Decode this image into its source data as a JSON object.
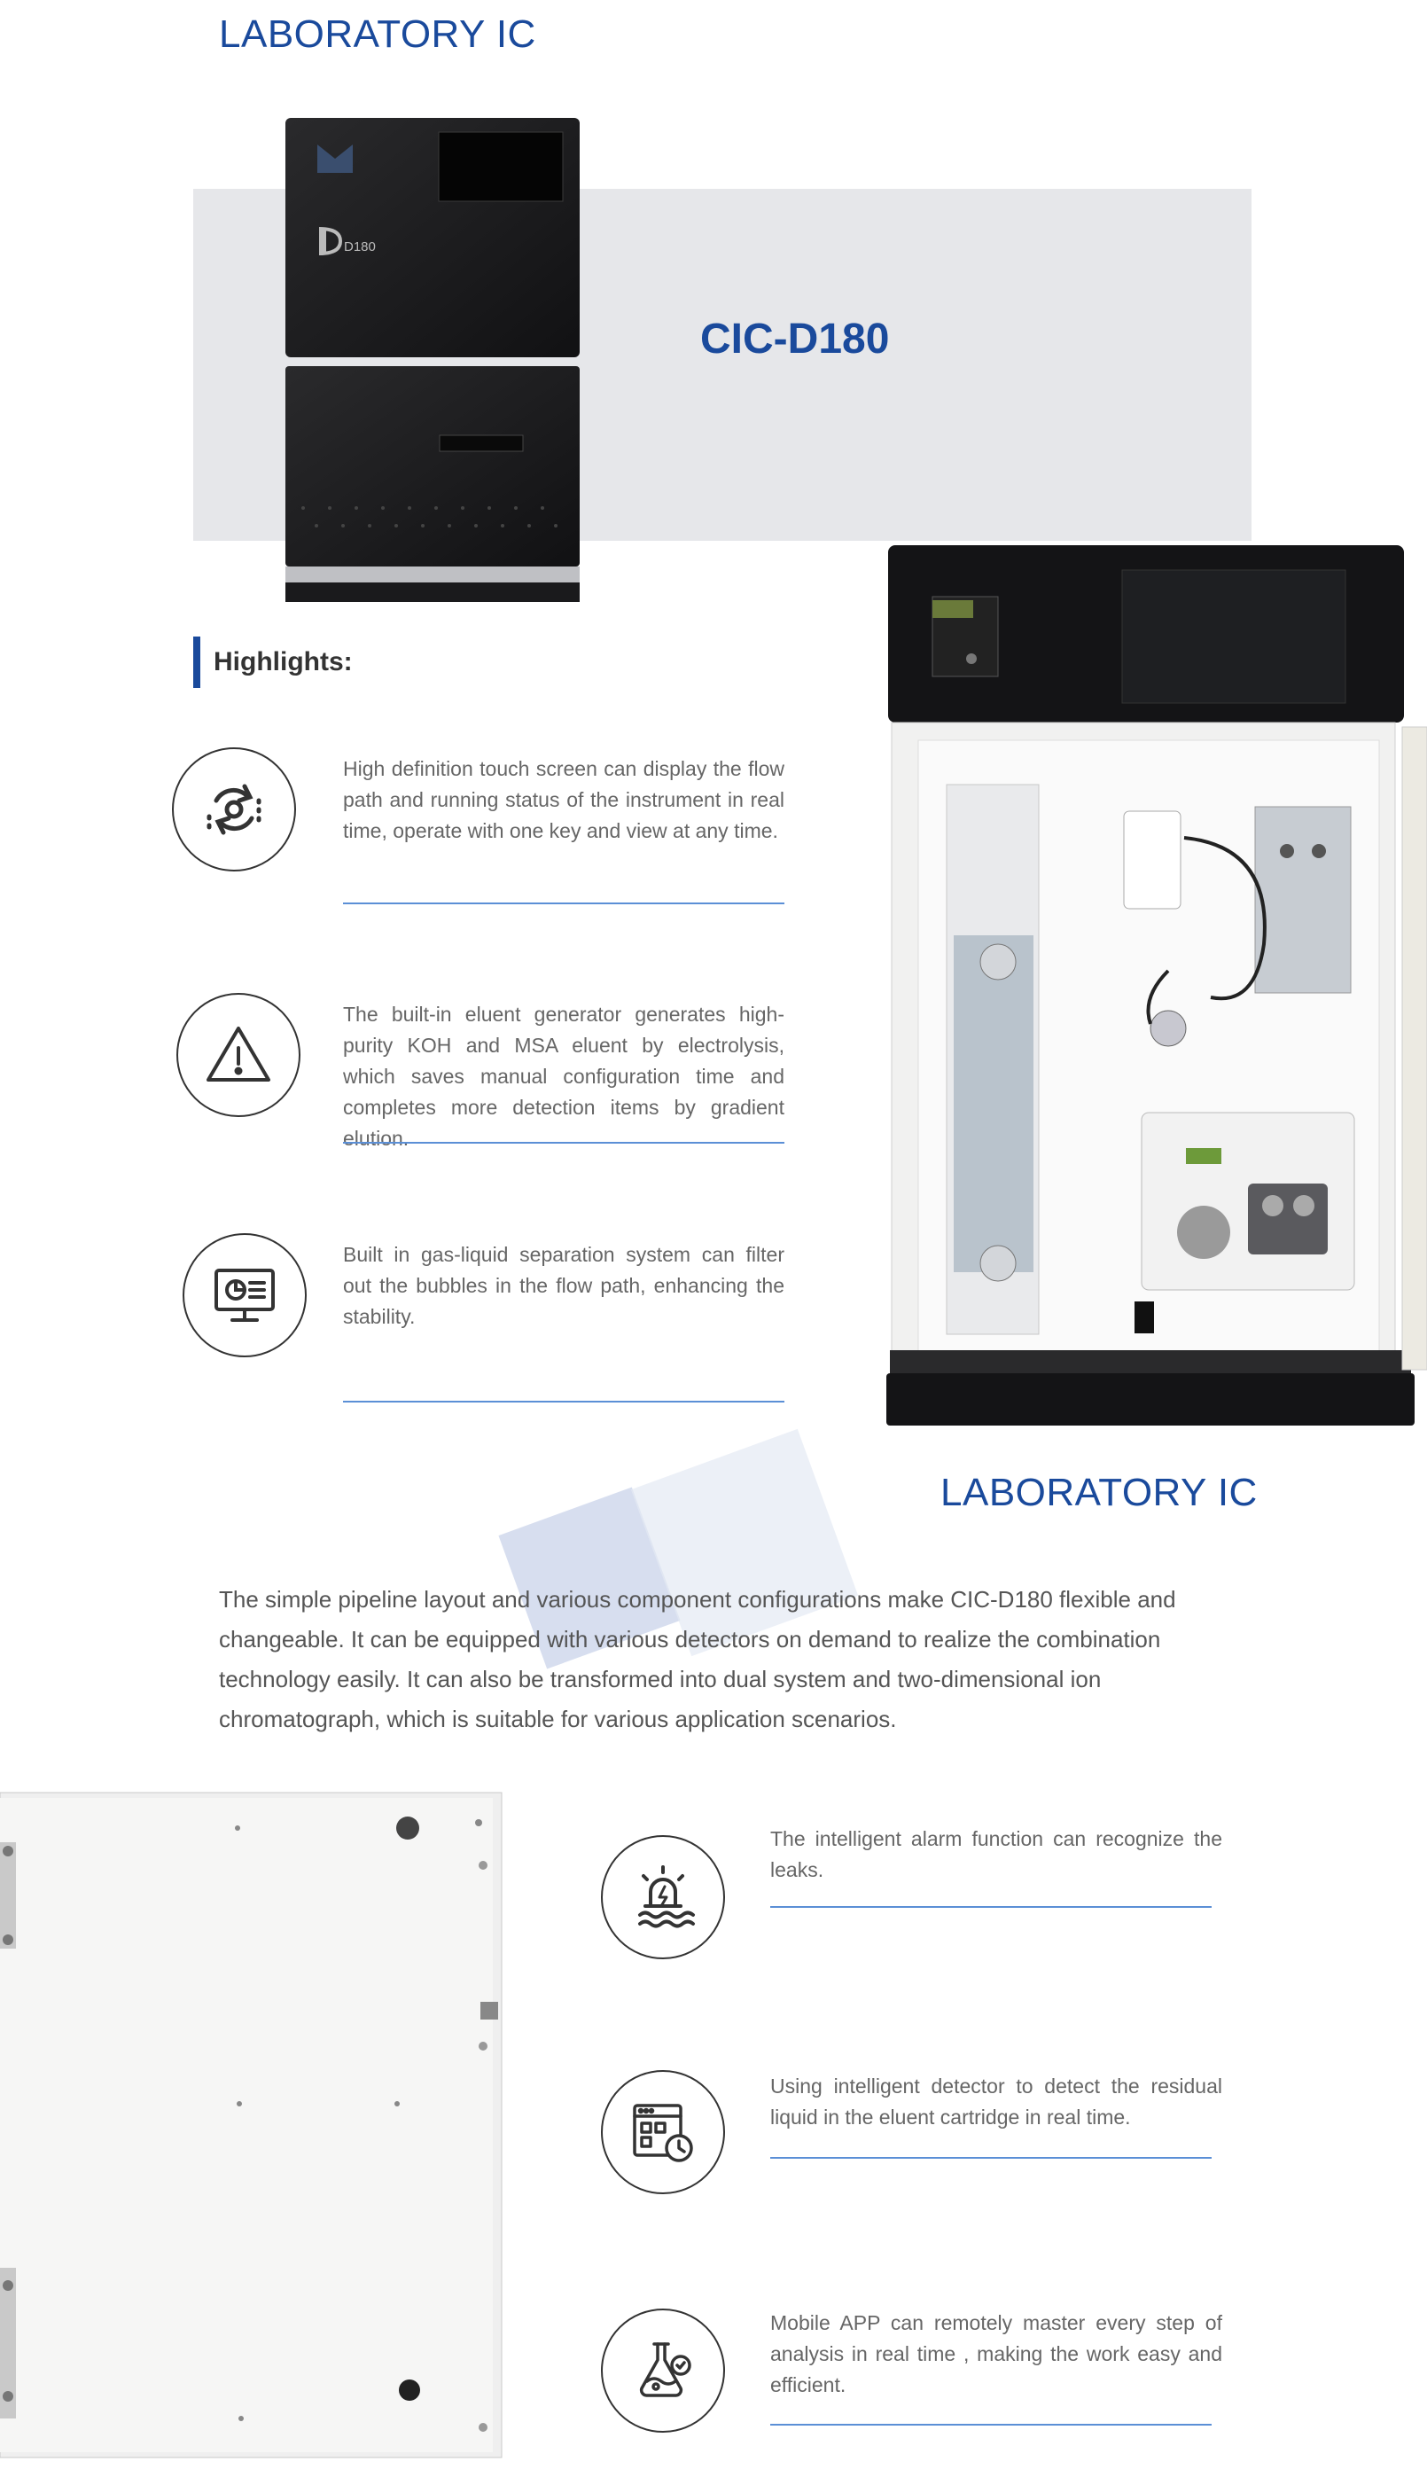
{
  "top": {
    "heading": "LABORATORY IC"
  },
  "product": {
    "name": "CIC-D180",
    "panel_label": "D180"
  },
  "highlights": {
    "label": "Highlights:"
  },
  "features_left": [
    {
      "icon": "cycle-arrows-icon",
      "text": "High definition touch screen can display the flow path and running status of the instrument in real time, operate with one key and view at any time."
    },
    {
      "icon": "warning-triangle-icon",
      "text": "The built-in eluent generator generates high-purity KOH and MSA eluent by electrolysis, which saves manual configuration time and completes more detection items by gradient elution."
    },
    {
      "icon": "monitor-chart-icon",
      "text": "Built in gas-liquid separation system can filter out the bubbles in the flow path, enhancing the stability."
    }
  ],
  "section2": {
    "heading": "LABORATORY IC",
    "description": "The simple pipeline layout and various component configurations make CIC-D180 flexible and changeable. It can be equipped with various detectors on demand to realize the combination technology easily. It can also be transformed into dual system and two-dimensional ion chromatograph, which is suitable for various application scenarios."
  },
  "features_right": [
    {
      "icon": "leak-alarm-icon",
      "text": "The intelligent alarm function can recognize the leaks."
    },
    {
      "icon": "detector-dashboard-icon",
      "text": "Using intelligent detector to detect the residual liquid in the eluent cartridge in real time."
    },
    {
      "icon": "flask-app-icon",
      "text": "Mobile APP can remotely master every step of analysis in real time , making the work easy and efficient."
    }
  ],
  "colors": {
    "brand_blue": "#1a4a9c",
    "divider_blue": "#5b8fd6",
    "band_gray": "#e6e7ea"
  }
}
